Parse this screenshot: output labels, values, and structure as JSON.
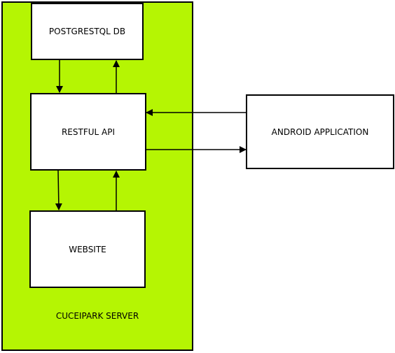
{
  "diagram": {
    "container": {
      "label": "CUCEIPARK SERVER",
      "fill_color": "#b5f503"
    },
    "nodes": {
      "db": {
        "label": "POSTGRESTQL DB"
      },
      "api": {
        "label": "RESTFUL API"
      },
      "website": {
        "label": "WEBSITE"
      },
      "android": {
        "label": "ANDROID APPLICATION"
      }
    },
    "edges": [
      {
        "from": "db",
        "to": "api"
      },
      {
        "from": "api",
        "to": "db"
      },
      {
        "from": "api",
        "to": "website"
      },
      {
        "from": "website",
        "to": "api"
      },
      {
        "from": "android",
        "to": "api"
      },
      {
        "from": "api",
        "to": "android"
      }
    ]
  }
}
